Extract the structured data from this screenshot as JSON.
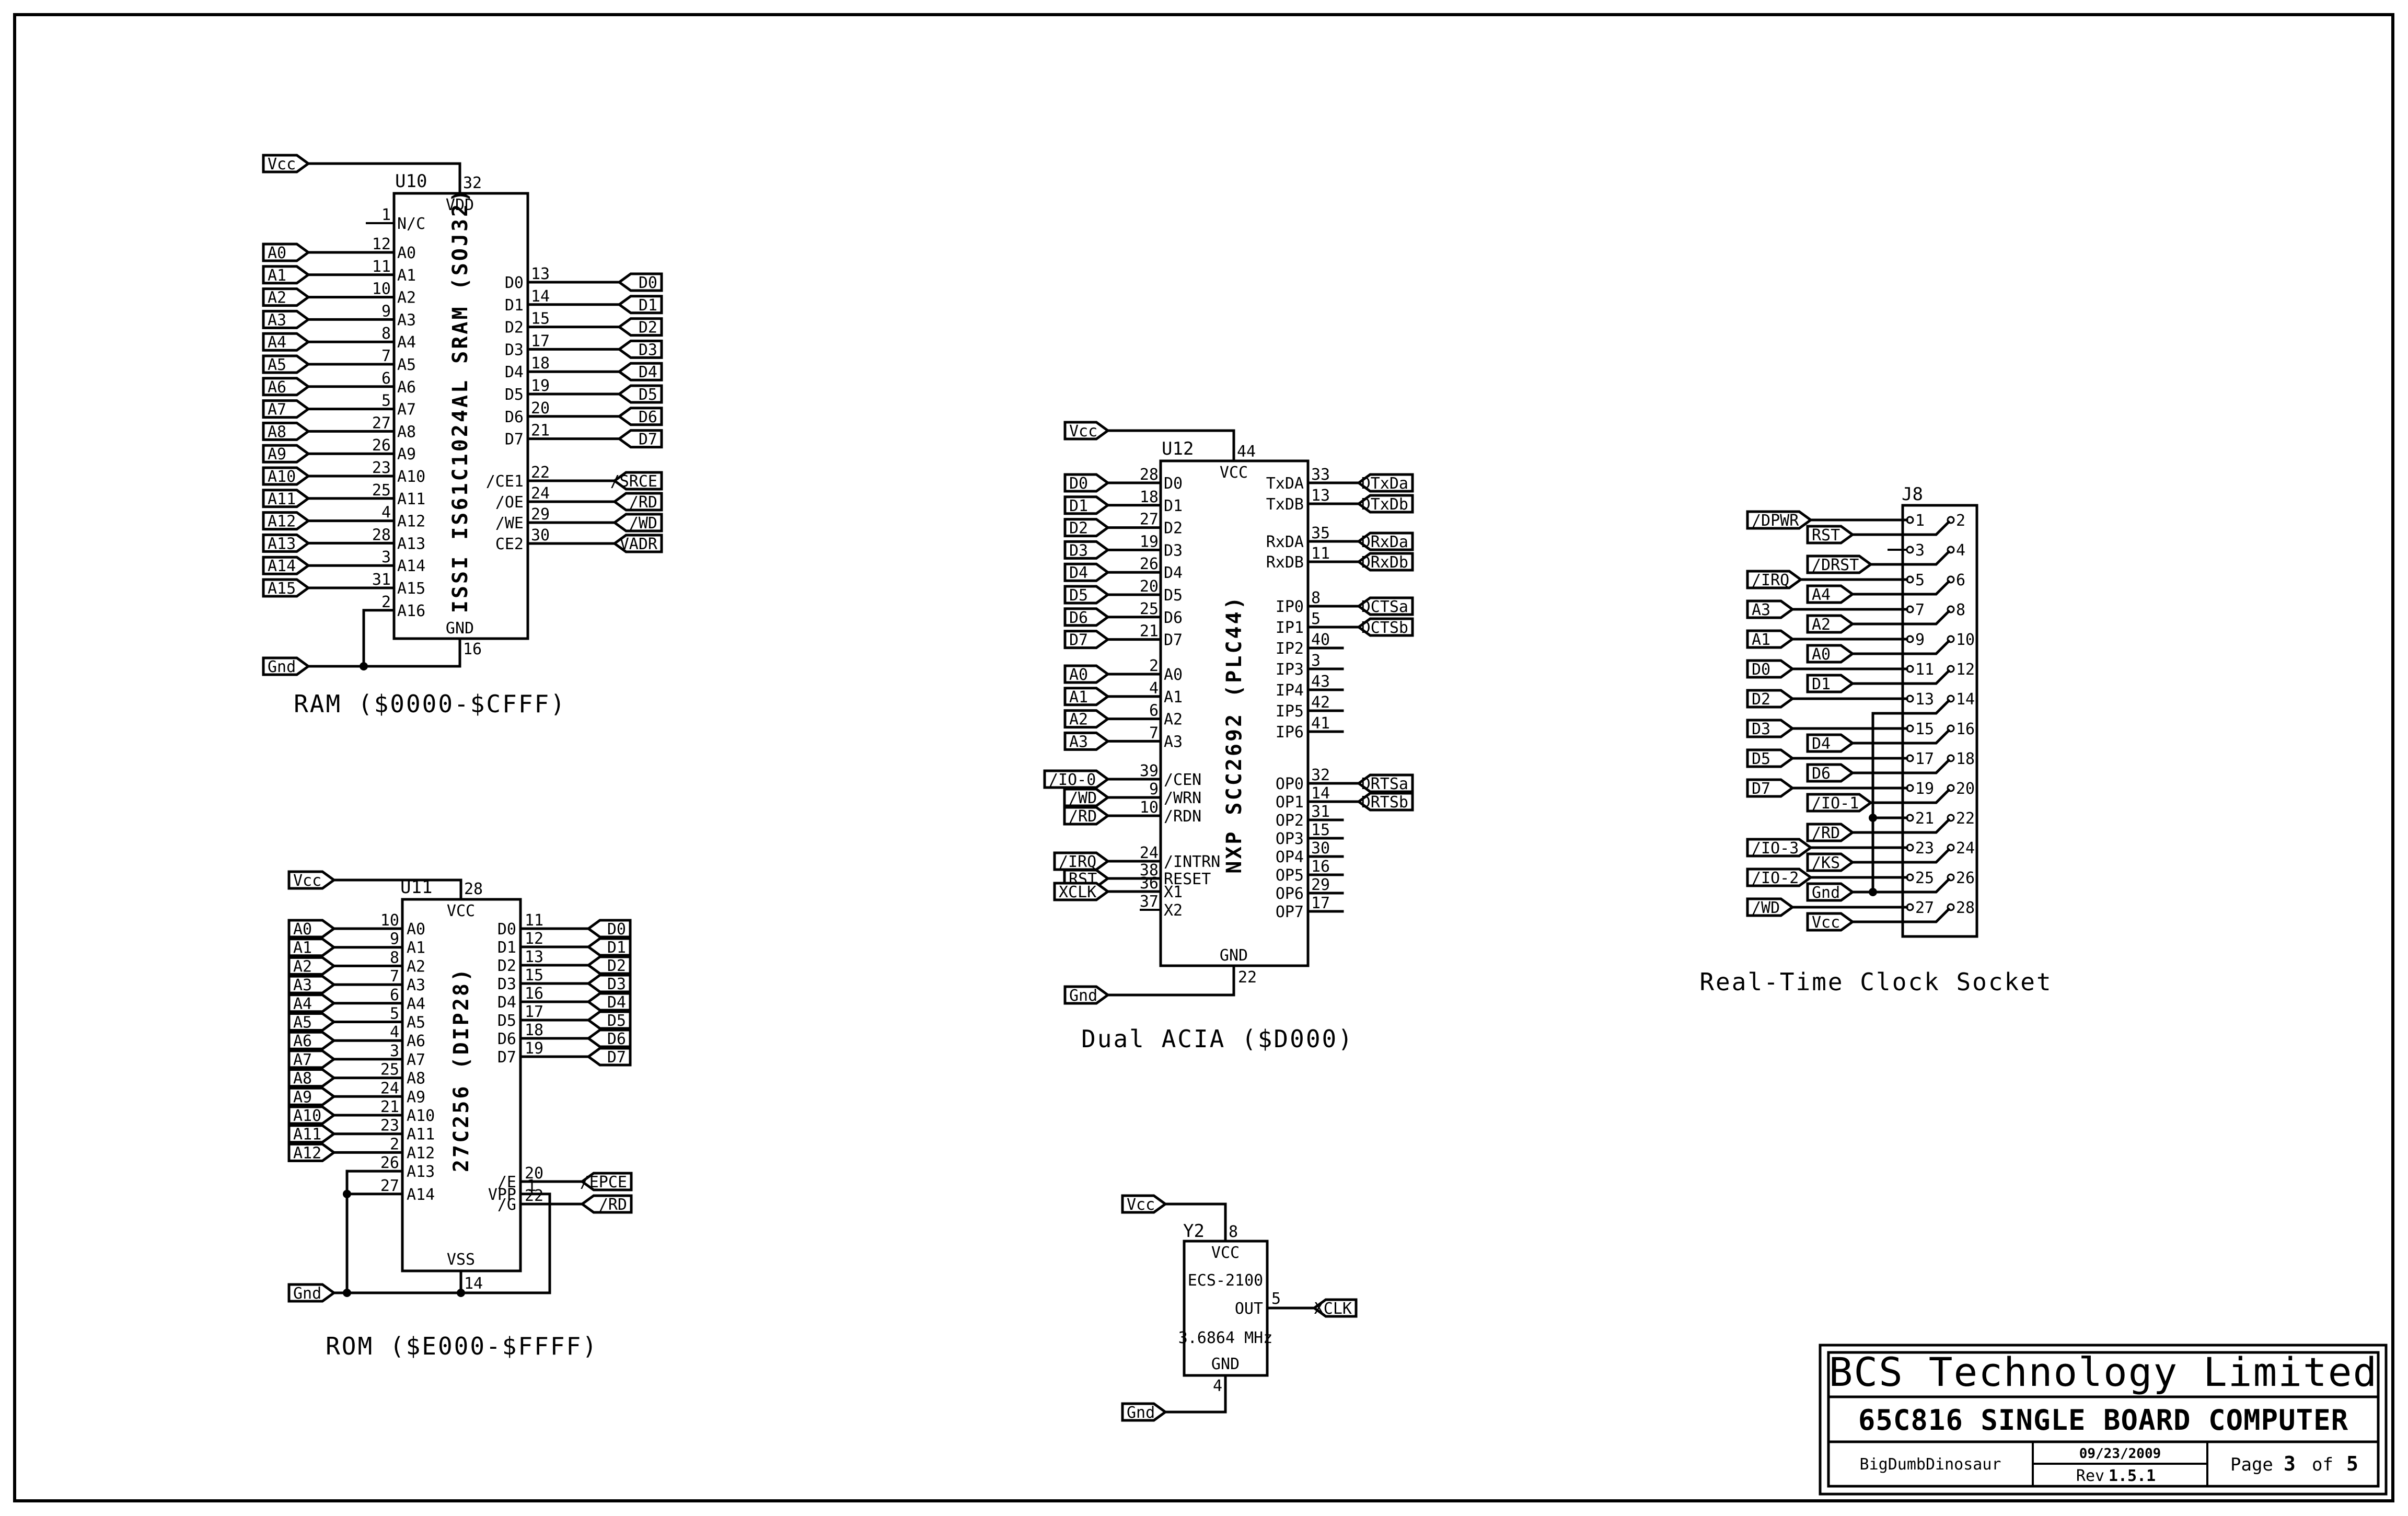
{
  "document": {
    "type": "schematic",
    "ink_color": "#000000",
    "paper_color": "#ffffff"
  },
  "ram": {
    "refdes": "U10",
    "part": "ISSI IS61C1024AL SRAM (SOJ32)",
    "caption": "RAM ($0000-$CFFF)",
    "power_pin": {
      "name": "VDD",
      "num": "32",
      "net": "Vcc"
    },
    "ground_pin": {
      "name": "GND",
      "num": "16",
      "net": "Gnd"
    },
    "nc_pin": {
      "name": "N/C",
      "num": "1"
    },
    "left_pins": [
      {
        "name": "A0",
        "num": "12",
        "net": "A0"
      },
      {
        "name": "A1",
        "num": "11",
        "net": "A1"
      },
      {
        "name": "A2",
        "num": "10",
        "net": "A2"
      },
      {
        "name": "A3",
        "num": "9",
        "net": "A3"
      },
      {
        "name": "A4",
        "num": "8",
        "net": "A4"
      },
      {
        "name": "A5",
        "num": "7",
        "net": "A5"
      },
      {
        "name": "A6",
        "num": "6",
        "net": "A6"
      },
      {
        "name": "A7",
        "num": "5",
        "net": "A7"
      },
      {
        "name": "A8",
        "num": "27",
        "net": "A8"
      },
      {
        "name": "A9",
        "num": "26",
        "net": "A9"
      },
      {
        "name": "A10",
        "num": "23",
        "net": "A10"
      },
      {
        "name": "A11",
        "num": "25",
        "net": "A11"
      },
      {
        "name": "A12",
        "num": "4",
        "net": "A12"
      },
      {
        "name": "A13",
        "num": "28",
        "net": "A13"
      },
      {
        "name": "A14",
        "num": "3",
        "net": "A14"
      },
      {
        "name": "A15",
        "num": "31",
        "net": "A15"
      }
    ],
    "a16_pin": {
      "name": "A16",
      "num": "2",
      "net": "Gnd"
    },
    "data_pins": [
      {
        "name": "D0",
        "num": "13",
        "net": "D0"
      },
      {
        "name": "D1",
        "num": "14",
        "net": "D1"
      },
      {
        "name": "D2",
        "num": "15",
        "net": "D2"
      },
      {
        "name": "D3",
        "num": "17",
        "net": "D3"
      },
      {
        "name": "D4",
        "num": "18",
        "net": "D4"
      },
      {
        "name": "D5",
        "num": "19",
        "net": "D5"
      },
      {
        "name": "D6",
        "num": "20",
        "net": "D6"
      },
      {
        "name": "D7",
        "num": "21",
        "net": "D7"
      }
    ],
    "control_pins": [
      {
        "name": "/CE1",
        "num": "22",
        "net": "/SRCE"
      },
      {
        "name": "/OE",
        "num": "24",
        "net": "/RD"
      },
      {
        "name": "/WE",
        "num": "29",
        "net": "/WD"
      },
      {
        "name": "CE2",
        "num": "30",
        "net": "VADR"
      }
    ]
  },
  "rom": {
    "refdes": "U11",
    "part": "27C256 (DIP28)",
    "caption": "ROM ($E000-$FFFF)",
    "power_pin": {
      "name": "VCC",
      "num": "28",
      "net": "Vcc"
    },
    "ground_pin": {
      "name": "VSS",
      "num": "14",
      "net": "Gnd"
    },
    "left_pins": [
      {
        "name": "A0",
        "num": "10",
        "net": "A0"
      },
      {
        "name": "A1",
        "num": "9",
        "net": "A1"
      },
      {
        "name": "A2",
        "num": "8",
        "net": "A2"
      },
      {
        "name": "A3",
        "num": "7",
        "net": "A3"
      },
      {
        "name": "A4",
        "num": "6",
        "net": "A4"
      },
      {
        "name": "A5",
        "num": "5",
        "net": "A5"
      },
      {
        "name": "A6",
        "num": "4",
        "net": "A6"
      },
      {
        "name": "A7",
        "num": "3",
        "net": "A7"
      },
      {
        "name": "A8",
        "num": "25",
        "net": "A8"
      },
      {
        "name": "A9",
        "num": "24",
        "net": "A9"
      },
      {
        "name": "A10",
        "num": "21",
        "net": "A10"
      },
      {
        "name": "A11",
        "num": "23",
        "net": "A11"
      },
      {
        "name": "A12",
        "num": "2",
        "net": "A12"
      }
    ],
    "tied_pins": [
      {
        "name": "A13",
        "num": "26",
        "net": "Gnd"
      },
      {
        "name": "A14",
        "num": "27",
        "net": "Gnd"
      }
    ],
    "data_pins": [
      {
        "name": "D0",
        "num": "11",
        "net": "D0"
      },
      {
        "name": "D1",
        "num": "12",
        "net": "D1"
      },
      {
        "name": "D2",
        "num": "13",
        "net": "D2"
      },
      {
        "name": "D3",
        "num": "15",
        "net": "D3"
      },
      {
        "name": "D4",
        "num": "16",
        "net": "D4"
      },
      {
        "name": "D5",
        "num": "17",
        "net": "D5"
      },
      {
        "name": "D6",
        "num": "18",
        "net": "D6"
      },
      {
        "name": "D7",
        "num": "19",
        "net": "D7"
      }
    ],
    "control_pins": [
      {
        "name": "/E",
        "num": "20",
        "net": "/EPCE"
      },
      {
        "name": "/G",
        "num": "22",
        "net": "/RD"
      }
    ],
    "vpp_pin": {
      "name": "VPP",
      "num": "1",
      "net": "Gnd"
    }
  },
  "acia": {
    "refdes": "U12",
    "part": "NXP SCC2692 (PLC44)",
    "caption": "Dual ACIA ($D000)",
    "power_pin": {
      "name": "VCC",
      "num": "44",
      "net": "Vcc"
    },
    "ground_pin": {
      "name": "GND",
      "num": "22",
      "net": "Gnd"
    },
    "data_pins": [
      {
        "name": "D0",
        "num": "28",
        "net": "D0"
      },
      {
        "name": "D1",
        "num": "18",
        "net": "D1"
      },
      {
        "name": "D2",
        "num": "27",
        "net": "D2"
      },
      {
        "name": "D3",
        "num": "19",
        "net": "D3"
      },
      {
        "name": "D4",
        "num": "26",
        "net": "D4"
      },
      {
        "name": "D5",
        "num": "20",
        "net": "D5"
      },
      {
        "name": "D6",
        "num": "25",
        "net": "D6"
      },
      {
        "name": "D7",
        "num": "21",
        "net": "D7"
      }
    ],
    "addr_pins": [
      {
        "name": "A0",
        "num": "2",
        "net": "A0"
      },
      {
        "name": "A1",
        "num": "4",
        "net": "A1"
      },
      {
        "name": "A2",
        "num": "6",
        "net": "A2"
      },
      {
        "name": "A3",
        "num": "7",
        "net": "A3"
      }
    ],
    "ctrl_pins": [
      {
        "name": "/CEN",
        "num": "39",
        "net": "/IO-0"
      },
      {
        "name": "/WRN",
        "num": "9",
        "net": "/WD"
      },
      {
        "name": "/RDN",
        "num": "10",
        "net": "/RD"
      }
    ],
    "misc_pins": [
      {
        "name": "/INTRN",
        "num": "24",
        "net": "/IRQ"
      },
      {
        "name": "RESET",
        "num": "38",
        "net": "RST"
      }
    ],
    "clock_pins": [
      {
        "name": "X1",
        "num": "36",
        "net": "XCLK"
      },
      {
        "name": "X2",
        "num": "37",
        "net": ""
      }
    ],
    "serial_pins": [
      {
        "name": "TxDA",
        "num": "33",
        "net": "DTxDa"
      },
      {
        "name": "TxDB",
        "num": "13",
        "net": "DTxDb"
      },
      {
        "name": "RxDA",
        "num": "35",
        "net": "DRxDa"
      },
      {
        "name": "RxDB",
        "num": "11",
        "net": "DRxDb"
      }
    ],
    "input_pins": [
      {
        "name": "IP0",
        "num": "8",
        "net": "DCTSa"
      },
      {
        "name": "IP1",
        "num": "5",
        "net": "DCTSb"
      },
      {
        "name": "IP2",
        "num": "40",
        "net": ""
      },
      {
        "name": "IP3",
        "num": "3",
        "net": ""
      },
      {
        "name": "IP4",
        "num": "43",
        "net": ""
      },
      {
        "name": "IP5",
        "num": "42",
        "net": ""
      },
      {
        "name": "IP6",
        "num": "41",
        "net": ""
      }
    ],
    "output_pins": [
      {
        "name": "OP0",
        "num": "32",
        "net": "DRTSa"
      },
      {
        "name": "OP1",
        "num": "14",
        "net": "DRTSb"
      },
      {
        "name": "OP2",
        "num": "31",
        "net": ""
      },
      {
        "name": "OP3",
        "num": "15",
        "net": ""
      },
      {
        "name": "OP4",
        "num": "30",
        "net": ""
      },
      {
        "name": "OP5",
        "num": "16",
        "net": ""
      },
      {
        "name": "OP6",
        "num": "29",
        "net": ""
      },
      {
        "name": "OP7",
        "num": "17",
        "net": ""
      }
    ]
  },
  "rtc": {
    "refdes": "J8",
    "caption": "Real-Time Clock Socket",
    "rows": [
      {
        "odd": "1",
        "odd_net": "/DPWR",
        "even": "2",
        "even_net": "RST"
      },
      {
        "odd": "3",
        "odd_net": "",
        "even": "4",
        "even_net": "/DRST"
      },
      {
        "odd": "5",
        "odd_net": "/IRQ",
        "even": "6",
        "even_net": "A4"
      },
      {
        "odd": "7",
        "odd_net": "A3",
        "even": "8",
        "even_net": "A2"
      },
      {
        "odd": "9",
        "odd_net": "A1",
        "even": "10",
        "even_net": "A0"
      },
      {
        "odd": "11",
        "odd_net": "D0",
        "even": "12",
        "even_net": "D1"
      },
      {
        "odd": "13",
        "odd_net": "D2",
        "even": "14",
        "even_net": "Gnd-bus"
      },
      {
        "odd": "15",
        "odd_net": "D3",
        "even": "16",
        "even_net": "D4"
      },
      {
        "odd": "17",
        "odd_net": "D5",
        "even": "18",
        "even_net": "D6"
      },
      {
        "odd": "19",
        "odd_net": "D7",
        "even": "20",
        "even_net": "/IO-1"
      },
      {
        "odd": "21",
        "odd_net": "Gnd-bus",
        "even": "22",
        "even_net": "/RD"
      },
      {
        "odd": "23",
        "odd_net": "/IO-3",
        "even": "24",
        "even_net": "/KS"
      },
      {
        "odd": "25",
        "odd_net": "/IO-2",
        "even": "26",
        "even_net": "Gnd"
      },
      {
        "odd": "27",
        "odd_net": "/WD",
        "even": "28",
        "even_net": "Vcc"
      }
    ]
  },
  "oscillator": {
    "refdes": "Y2",
    "part": "ECS-2100",
    "frequency": "3.6864 MHz",
    "power_pin": {
      "name": "VCC",
      "num": "8",
      "net": "Vcc"
    },
    "ground_pin": {
      "name": "GND",
      "num": "4",
      "net": "Gnd"
    },
    "out_pin": {
      "name": "OUT",
      "num": "5",
      "net": "XCLK"
    }
  },
  "title_block": {
    "company": "BCS Technology Limited",
    "project": "65C816 SINGLE BOARD COMPUTER",
    "author": "BigDumbDinosaur",
    "date": "09/23/2009",
    "rev_label": "Rev",
    "rev": "1.5.1",
    "page_label": "Page",
    "page": "3",
    "of_label": "of",
    "page_total": "5"
  }
}
